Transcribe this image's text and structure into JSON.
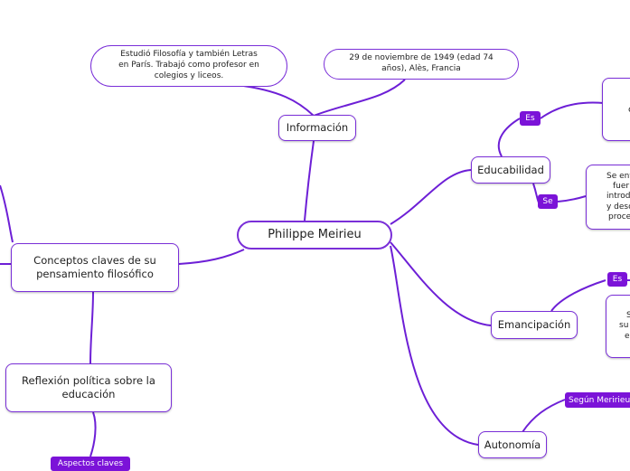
{
  "root": {
    "label": "Philippe Meirieu"
  },
  "informacion": {
    "label": "Información",
    "estudios": "Estudió Filosofía y también Letras en París. Trabajó como profesor en colegios y liceos.",
    "nacimiento": "29 de noviembre de 1949 (edad 74 años), Alès, Francia"
  },
  "conceptos": {
    "label": "Conceptos claves de su pensamiento filosófico"
  },
  "reflexion": {
    "label": "Reflexión política sobre la educación",
    "tag": "Aspectos claves"
  },
  "educabilidad": {
    "label": "Educabilidad",
    "tag_es": "Es",
    "tag_se": "Se",
    "se_text_lines": [
      "Se ent",
      "fuer",
      "introdu",
      "y desc",
      "proce"
    ],
    "es_text": "c"
  },
  "emancipacion": {
    "label": "Emancipación",
    "tag_es": "Es",
    "es_text_lines": [
      "S",
      "su",
      "e"
    ]
  },
  "autonomia": {
    "label": "Autonomía",
    "tag": "Según Meririeu"
  },
  "colors": {
    "accent": "#7b13d8",
    "line": "#6d1fd6",
    "border": "#7a2fd8"
  }
}
